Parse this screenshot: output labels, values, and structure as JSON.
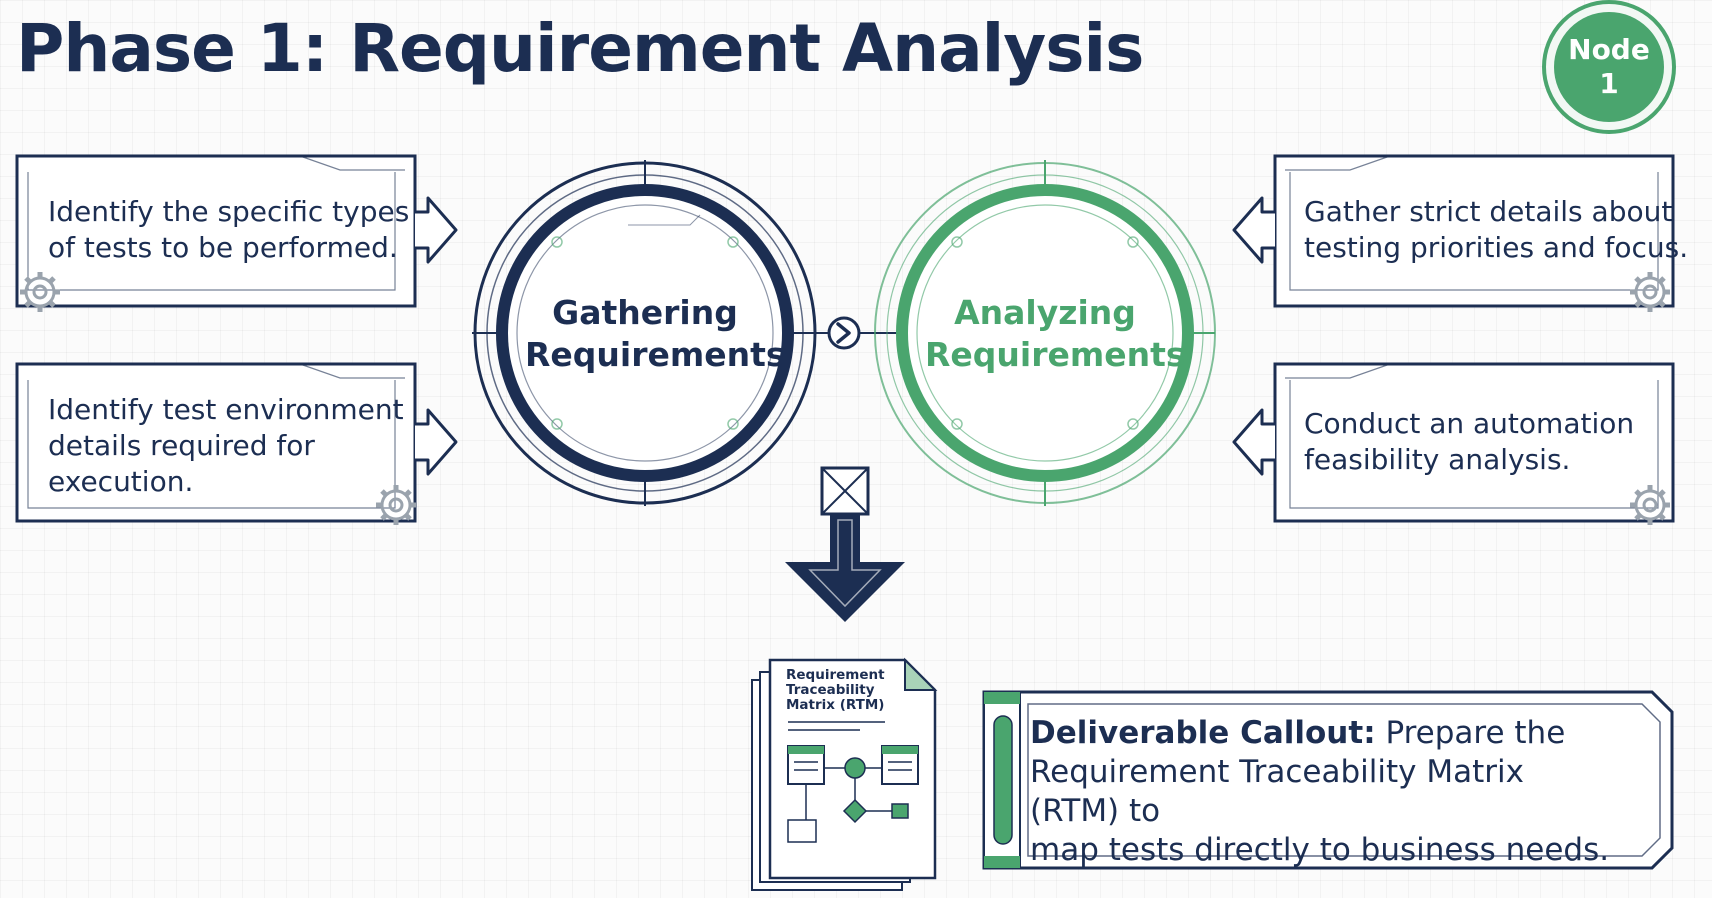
{
  "title": "Phase 1: Requirement Analysis",
  "node_badge": {
    "line1": "Node",
    "line2": "1"
  },
  "left_boxes": [
    {
      "text": "Identify the specific types of tests to be performed.",
      "lines": [
        "Identify the specific types",
        "of tests to be performed."
      ]
    },
    {
      "text": "Identify test environment details required for execution.",
      "lines": [
        "Identify test environment",
        "details required for",
        "execution."
      ]
    }
  ],
  "right_boxes": [
    {
      "text": "Gather strict details about testing priorities and focus.",
      "lines": [
        "Gather strict details about",
        "testing priorities and focus."
      ]
    },
    {
      "text": "Conduct an automation feasibility analysis.",
      "lines": [
        "Conduct an automation",
        "feasibility analysis."
      ]
    }
  ],
  "circles": [
    {
      "lines": [
        "Gathering",
        "Requirements"
      ],
      "color": "#1c2e52"
    },
    {
      "lines": [
        "Analyzing",
        "Requirements"
      ],
      "color": "#4aa56e"
    }
  ],
  "document": {
    "lines": [
      "Requirement",
      "Traceability",
      "Matrix (RTM)"
    ]
  },
  "deliverable": {
    "label": "Deliverable Callout:",
    "lines": [
      "Prepare the",
      "Requirement Traceability Matrix (RTM) to",
      "map tests directly to business needs."
    ]
  },
  "colors": {
    "navy": "#1c2e52",
    "green": "#4aa56e"
  },
  "icons": [
    "gear-icon",
    "arrow-icon",
    "chevron-right-icon",
    "down-arrow-icon",
    "document-icon",
    "flowchart-icon"
  ]
}
